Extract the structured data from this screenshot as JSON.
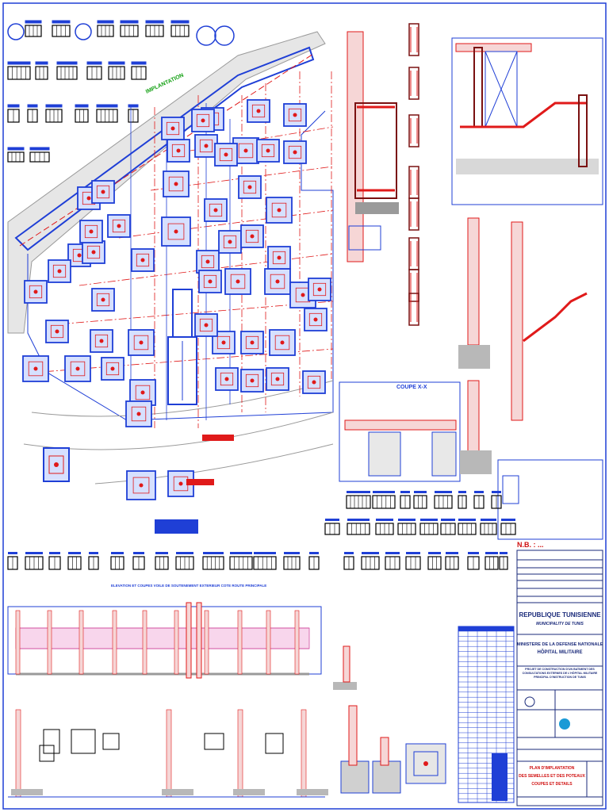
{
  "colors": {
    "plan_blue": "#1f3fd6",
    "rebar_red": "#e01a1a",
    "dark_red": "#7a1010",
    "hatch_pink": "#f0a0d0",
    "title_blue": "#1a2a7a",
    "note_green": "#12a012",
    "ground_gray": "#9a9a9a"
  },
  "drawing": {
    "implantation_label": "IMPLANTATION",
    "coupe_label": "COUPE X-X",
    "elevation_title": "ELEVATION ET COUPES VOILE DE SOUTENEMENT EXTERIEUR COTE ROUTE PRINCIPALE",
    "nb_note": "N.B. : ..."
  },
  "title_block": {
    "country": "REPUBLIQUE TUNISIENNE",
    "municipality": "MUNICIPALITY DE TUNIS",
    "ministry_line1": "MINISTERE DE LA DEFENSE NATIONALE",
    "ministry_line2": "HÔPITAL MILITAIRE",
    "project": "PROJET DE CONSTRUCTION D'UN BATIMENT DES CONSULTATIONS EXTERNES DE L'HÔPITAL MILITAIRE PRINCIPAL D'INSTRUCTION DE TUNIS",
    "sheet_line1": "PLAN D'IMPLANTATION",
    "sheet_line2": "DES SEMELLES ET DES POTEAUX",
    "sheet_line3": "COUPES ET DETAILS"
  }
}
